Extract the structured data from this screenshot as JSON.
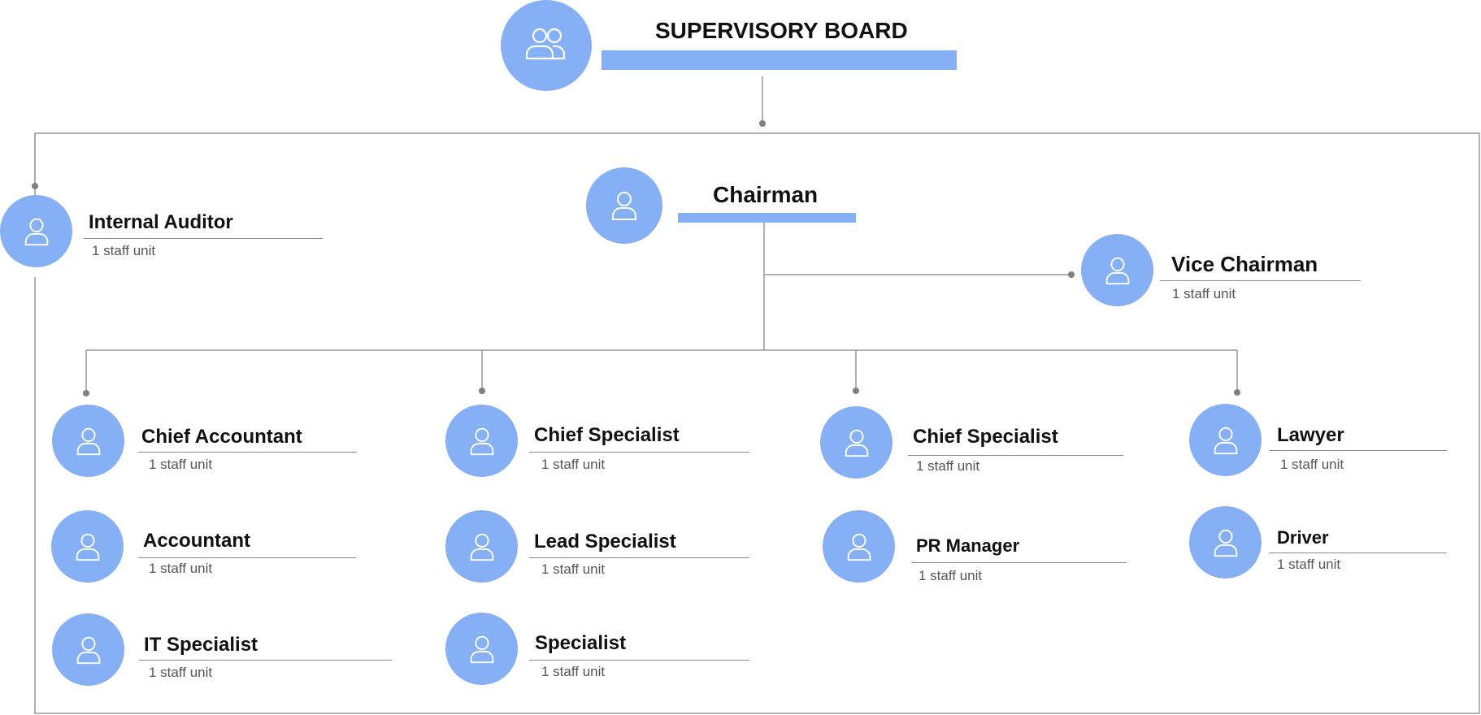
{
  "accent_color": "#85b0f5",
  "line_color": "#808080",
  "board": {
    "title": "SUPERVISORY BOARD",
    "icon": "group-icon"
  },
  "chairman": {
    "title": "Chairman",
    "icon": "person-icon"
  },
  "positions": {
    "internal_auditor": {
      "title": "Internal Auditor",
      "units": "1 staff unit"
    },
    "vice_chairman": {
      "title": "Vice Chairman",
      "units": "1 staff unit"
    },
    "chief_accountant": {
      "title": "Chief Accountant",
      "units": "1 staff unit"
    },
    "accountant": {
      "title": "Accountant",
      "units": "1 staff unit"
    },
    "it_specialist": {
      "title": "IT Specialist",
      "units": "1 staff unit"
    },
    "chief_specialist_1": {
      "title": "Chief Specialist",
      "units": "1 staff unit"
    },
    "lead_specialist": {
      "title": "Lead Specialist",
      "units": "1 staff unit"
    },
    "specialist": {
      "title": "Specialist",
      "units": "1 staff unit"
    },
    "chief_specialist_2": {
      "title": "Chief Specialist",
      "units": "1 staff unit"
    },
    "pr_manager": {
      "title": "PR Manager",
      "units": "1 staff unit"
    },
    "lawyer": {
      "title": "Lawyer",
      "units": "1 staff unit"
    },
    "driver": {
      "title": "Driver",
      "units": "1 staff unit"
    }
  }
}
